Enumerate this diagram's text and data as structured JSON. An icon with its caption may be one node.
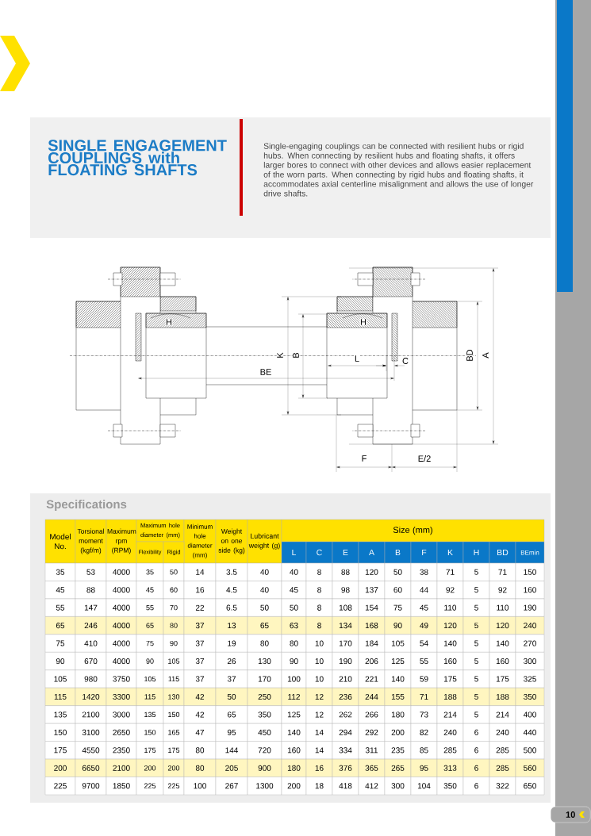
{
  "diagram": {
    "title": "SINGLE ENGAGEMENT COUPLINGS with FLOATING SHAFTS",
    "labels": [
      "Single-engaging couplings can be connected with resilient hubs or rigid hubs. When connecting by resilient hubs and floating shafts, it offers larger bores to connect with other devices and allows easier replacement of the worn parts. When connecting by rigid hubs and floating shafts, it accommodates axial centerline misalignment and allows the use of longer drive shafts.",
      "H",
      "H",
      "K",
      "B",
      "BD",
      "A",
      "L",
      "C",
      "BE",
      "F",
      "E/2",
      "Specifications",
      "Model No.",
      "Torsional moment (kgf/m)",
      "Maximum rpm (RPM)",
      "Maximum hole diameter (mm)",
      "Minimum hole diameter (mm)",
      "Weight on one side (kg)",
      "Lubricant weight (g)",
      "Size (mm)",
      "Flexibility",
      "Rigid",
      "L",
      "C",
      "E",
      "A",
      "B",
      "F",
      "K",
      "H",
      "BD",
      "BEmin",
      "35",
      "53",
      "4000",
      "35",
      "50",
      "14",
      "3.5",
      "40",
      "40",
      "8",
      "88",
      "120",
      "50",
      "38",
      "71",
      "5",
      "71",
      "150",
      "45",
      "88",
      "4000",
      "45",
      "60",
      "16",
      "4.5",
      "40",
      "45",
      "8",
      "98",
      "137",
      "60",
      "44",
      "92",
      "5",
      "92",
      "160",
      "55",
      "147",
      "4000",
      "55",
      "70",
      "22",
      "6.5",
      "50",
      "50",
      "8",
      "108",
      "154",
      "75",
      "45",
      "110",
      "5",
      "110",
      "190",
      "65",
      "246",
      "4000",
      "65",
      "80",
      "37",
      "13",
      "65",
      "63",
      "8",
      "134",
      "168",
      "90",
      "49",
      "120",
      "5",
      "120",
      "240",
      "75",
      "410",
      "4000",
      "75",
      "90",
      "37",
      "19",
      "80",
      "80",
      "10",
      "170",
      "184",
      "105",
      "54",
      "140",
      "5",
      "140",
      "270",
      "90",
      "670",
      "4000",
      "90",
      "105",
      "37",
      "26",
      "130",
      "90",
      "10",
      "190",
      "206",
      "125",
      "55",
      "160",
      "5",
      "160",
      "300",
      "105",
      "980",
      "3750",
      "105",
      "115",
      "37",
      "37",
      "170",
      "100",
      "10",
      "210",
      "221",
      "140",
      "59",
      "175",
      "5",
      "175",
      "325",
      "115",
      "1420",
      "3300",
      "115",
      "130",
      "42",
      "50",
      "250",
      "112",
      "12",
      "236",
      "244",
      "155",
      "71",
      "188",
      "5",
      "188",
      "350",
      "135",
      "2100",
      "3000",
      "135",
      "150",
      "42",
      "65",
      "350",
      "125",
      "12",
      "262",
      "266",
      "180",
      "73",
      "214",
      "5",
      "214",
      "400",
      "150",
      "3100",
      "2650",
      "150",
      "165",
      "47",
      "95",
      "450",
      "140",
      "14",
      "294",
      "292",
      "200",
      "82",
      "240",
      "6",
      "240",
      "440",
      "175",
      "4550",
      "2350",
      "175",
      "175",
      "80",
      "144",
      "720",
      "160",
      "14",
      "334",
      "311",
      "235",
      "85",
      "285",
      "6",
      "285",
      "500",
      "200",
      "6650",
      "2100",
      "200",
      "200",
      "80",
      "205",
      "900",
      "180",
      "16",
      "376",
      "365",
      "265",
      "95",
      "313",
      "6",
      "285",
      "560",
      "225",
      "9700",
      "1850",
      "225",
      "225",
      "100",
      "267",
      "1300",
      "200",
      "18",
      "418",
      "412",
      "300",
      "104",
      "350",
      "6",
      "322",
      "650",
      "10"
    ]
  }
}
